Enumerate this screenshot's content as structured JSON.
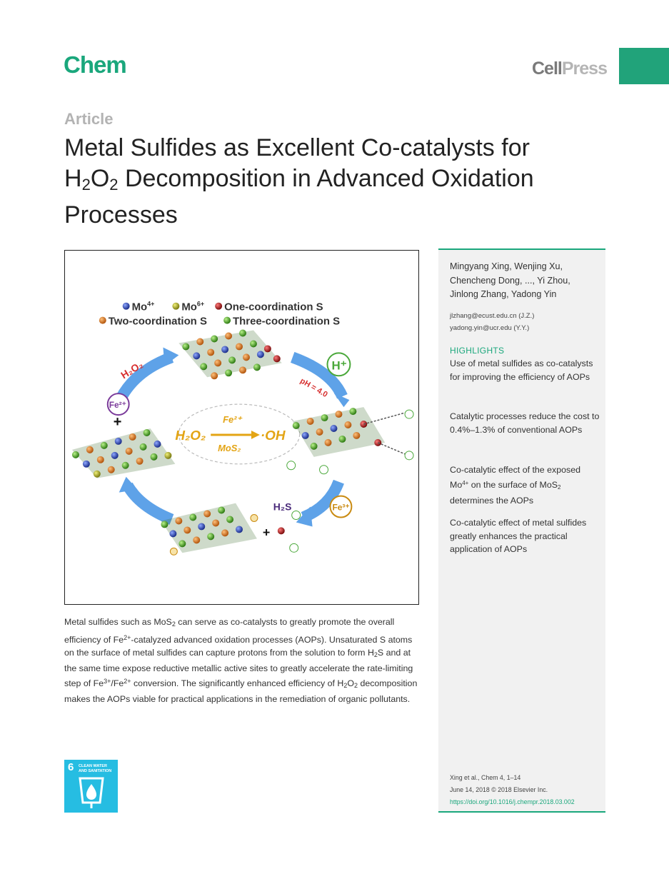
{
  "header": {
    "journal": "Chem",
    "publisher_a": "Cell",
    "publisher_b": "Press"
  },
  "article": {
    "label": "Article",
    "title_line1": "Metal Sulfides as Excellent Co-catalysts for",
    "title_l2_a": "H",
    "title_l2_sub1": "2",
    "title_l2_b": "O",
    "title_l2_sub2": "2",
    "title_l2_c": " Decomposition in Advanced Oxidation",
    "title_line3": "Processes"
  },
  "figure": {
    "legend1_a": "Mo",
    "legend1_a_sup": "4+",
    "legend1_b": "Mo",
    "legend1_b_sup": "6+",
    "legend1_c": "One-coordination S",
    "legend2_a": "Two-coordination S",
    "legend2_b": "Three-coordination S",
    "h2o2": "H₂O₂",
    "h_plus": "H⁺",
    "ph": "pH = 4.0",
    "fe2": "Fe²⁺",
    "fe3": "Fe³⁺",
    "center_fe": "Fe²⁺",
    "center_h2o2": "H₂O₂",
    "center_oh": "·OH",
    "center_mos2": "MoS₂",
    "h2s": "H₂S",
    "plus": "+"
  },
  "abstract": {
    "p1": "Metal sulfides such as MoS",
    "p1s": "2",
    "p2": " can serve as co-catalysts to greatly promote the overall efficiency of Fe",
    "p2s": "2+",
    "p3": "-catalyzed advanced oxidation processes (AOPs). Unsaturated S atoms on the surface of metal sulfides can capture protons from the solution to form H",
    "p3s": "2",
    "p4": "S and at the same time expose reductive metallic active sites to greatly accelerate the rate-limiting step of Fe",
    "p4s": "3+",
    "p5": "/Fe",
    "p5s": "2+",
    "p6": " conversion. The significantly enhanced efficiency of H",
    "p6s1": "2",
    "p6b": "O",
    "p6s2": "2",
    "p7": " decomposition makes the AOPs viable for practical applications in the remediation of organic pollutants."
  },
  "sdg": {
    "number": "6",
    "text": "CLEAN WATER AND SANITATION"
  },
  "sidebar": {
    "authors": "Mingyang Xing, Wenjing Xu, Chencheng Dong, ..., Yi Zhou, Jinlong Zhang, Yadong Yin",
    "email1": "jlzhang@ecust.edu.cn (J.Z.)",
    "email2": "yadong.yin@ucr.edu (Y.Y.)",
    "highlights_title": "HIGHLIGHTS",
    "h1": "Use of metal sulfides as co-catalysts for improving the efficiency of AOPs",
    "h2": "Catalytic processes reduce the cost to 0.4%–1.3% of conventional AOPs",
    "h3a": "Co-catalytic effect of the exposed Mo",
    "h3sup": "4+",
    "h3b": " on the surface of MoS",
    "h3sub": "2",
    "h3c": " determines the AOPs",
    "h4": "Co-catalytic effect of metal sulfides greatly enhances the practical application of AOPs",
    "cite1": "Xing et al., Chem 4, 1–14",
    "cite2": "June 14, 2018 © 2018 Elsevier Inc.",
    "doi": "https://doi.org/10.1016/j.chempr.2018.03.002"
  }
}
